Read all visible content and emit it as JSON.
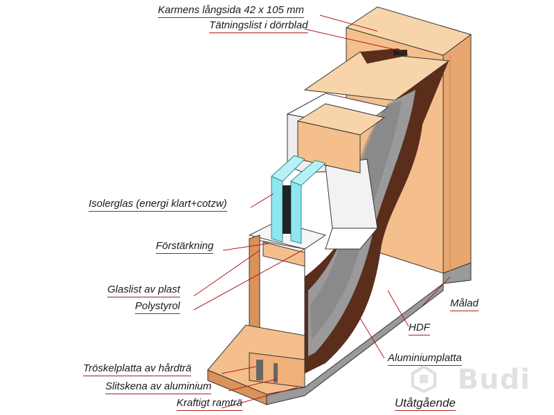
{
  "labels": {
    "karmens": "Karmens långsida 42 x 105 mm",
    "tatning": "Tätningslist i dörrblad",
    "isolerglas": "Isolerglas (energi klart+cotzw)",
    "forstarkning": "Förstärkning",
    "glaslist": "Glaslist av plast",
    "polystyrol": "Polystyrol",
    "troskel": "Tröskelplatta av hårdträ",
    "slitskena": "Slitskena av aluminium",
    "kraftigt": "Kraftigt ramträ",
    "malad": "Målad",
    "hdf": "HDF",
    "aluminiumplatta": "Aluminiumplatta",
    "utatgaende": "Utåtgående"
  },
  "watermark": "Budi",
  "colors": {
    "wood": "#f4bf8c",
    "wood_dark": "#d9925a",
    "brown": "#5a2e1a",
    "gray": "#9a9a9a",
    "glass": "#8ee6ee",
    "white": "#f2f2f2",
    "leader": "#b01818"
  }
}
